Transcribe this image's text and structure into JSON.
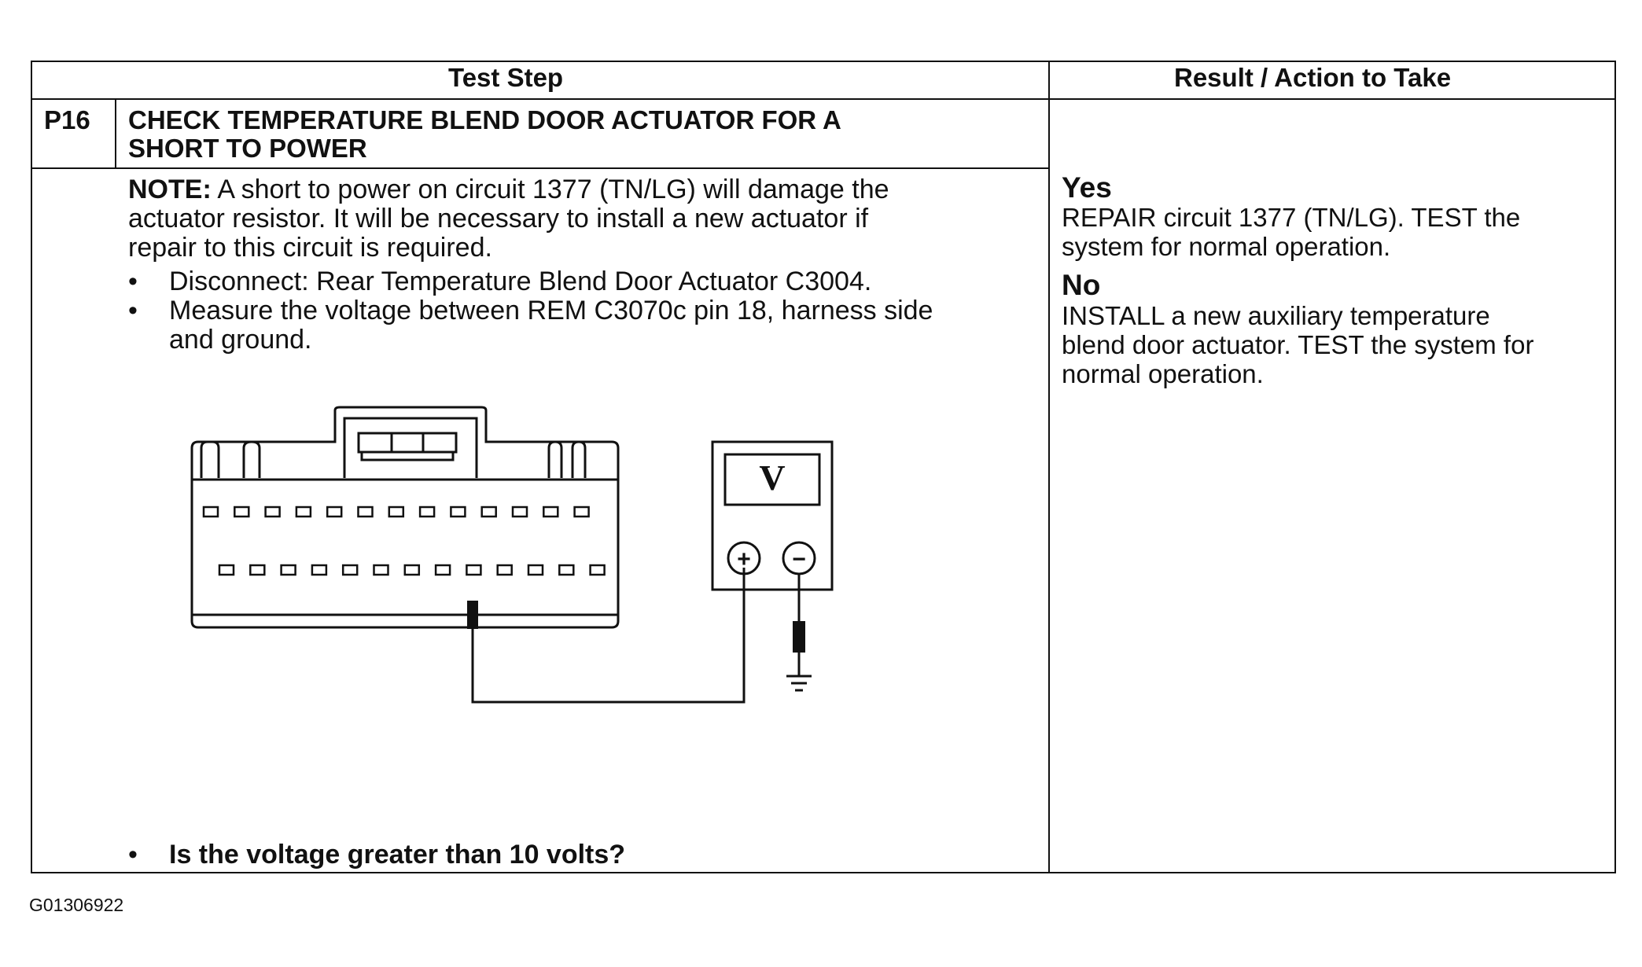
{
  "table": {
    "header_test_step": "Test Step",
    "header_result": "Result / Action to Take",
    "step_id": "P16",
    "step_title_line1": "CHECK TEMPERATURE BLEND DOOR ACTUATOR FOR A",
    "step_title_line2": "SHORT TO POWER"
  },
  "note": {
    "label": "NOTE:",
    "line1": " A short to power on circuit 1377 (TN/LG) will damage the",
    "line2": "actuator resistor. It will be necessary to install a new actuator if",
    "line3": "repair to this circuit is required."
  },
  "bullets": [
    {
      "line1": "Disconnect: Rear Temperature Blend Door Actuator C3004."
    },
    {
      "line1": "Measure the voltage between REM C3070c pin 18, harness side",
      "line2": "and ground."
    }
  ],
  "question": "Is the voltage greater than 10 volts?",
  "bullet_symbol": "•",
  "results": {
    "yes_label": "Yes",
    "yes_line1": "REPAIR circuit 1377 (TN/LG). TEST the",
    "yes_line2": "system for normal operation.",
    "no_label": "No",
    "no_line1": "INSTALL a new auxiliary temperature",
    "no_line2": "blend door actuator. TEST the system for",
    "no_line3": "normal operation."
  },
  "meter": {
    "display": "V",
    "plus": "+",
    "minus": "−"
  },
  "figure_id": "G01306922"
}
